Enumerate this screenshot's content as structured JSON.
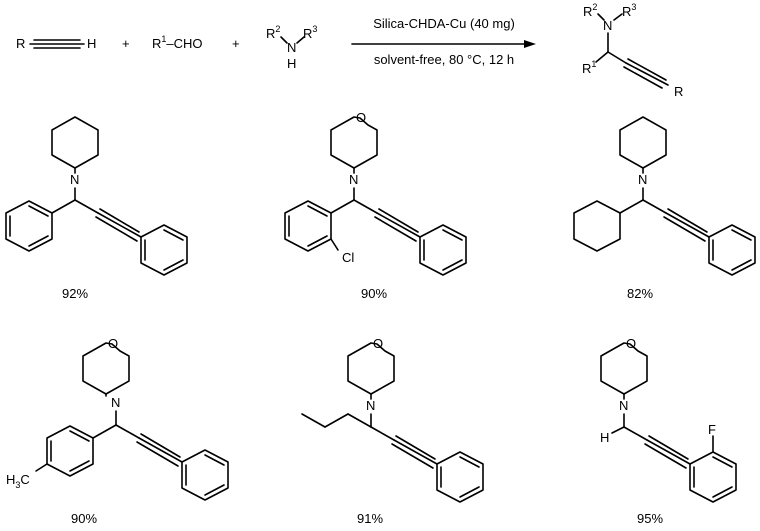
{
  "scheme": {
    "reactant_alkyne_r": "R",
    "reactant_alkyne_h": "H",
    "plus": "+",
    "aldehyde_r": "R",
    "aldehyde_sup": "1",
    "aldehyde_cho": "–CHO",
    "amine_r2": "R",
    "amine_r2_sup": "2",
    "amine_n": "N",
    "amine_r3": "R",
    "amine_r3_sup": "3",
    "amine_h": "H",
    "conditions_top": "Silica-CHDA-Cu (40 mg)",
    "conditions_bottom": "solvent-free, 80 °C, 12 h",
    "product_r2": "R",
    "product_r2_sup": "2",
    "product_n": "N",
    "product_r3": "R",
    "product_r3_sup": "3",
    "product_r1": "R",
    "product_r1_sup": "1",
    "product_r": "R"
  },
  "compounds": [
    {
      "amine_atom": "N",
      "yield": "92%"
    },
    {
      "amine_atom": "N",
      "hetero_atom": "O",
      "substituent": "Cl",
      "yield": "90%"
    },
    {
      "amine_atom": "N",
      "yield": "82%"
    },
    {
      "amine_atom": "N",
      "hetero_atom": "O",
      "substituent": "H",
      "substituent_sub": "3",
      "substituent_c": "C",
      "yield": "90%"
    },
    {
      "amine_atom": "N",
      "hetero_atom": "O",
      "yield": "91%"
    },
    {
      "amine_atom": "N",
      "hetero_atom": "O",
      "h_label": "H",
      "substituent": "F",
      "yield": "95%"
    }
  ]
}
